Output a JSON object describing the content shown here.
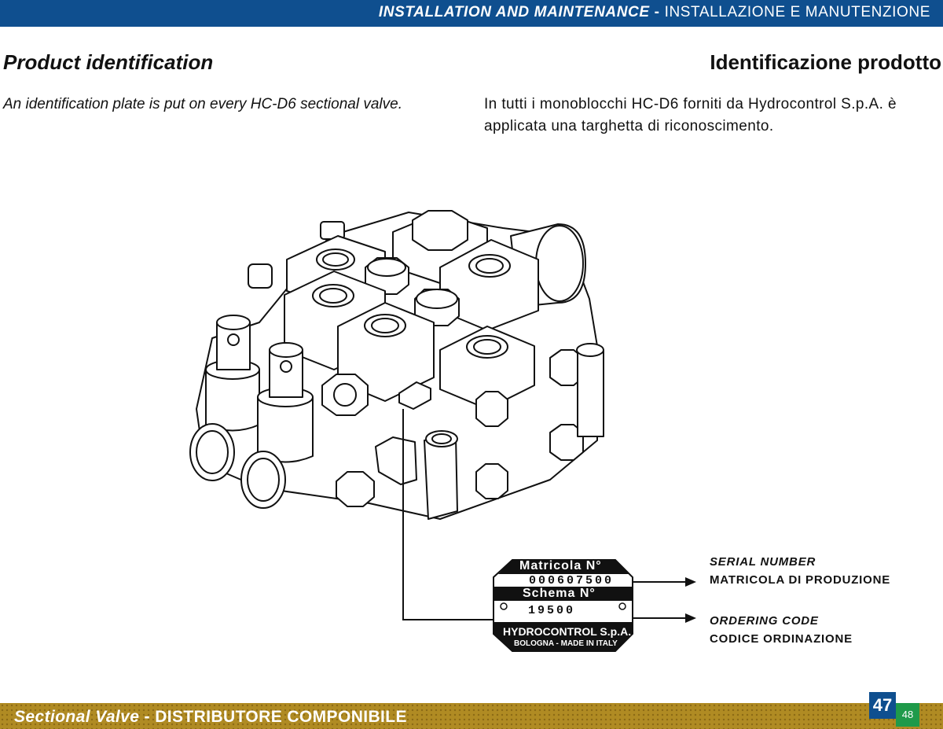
{
  "header": {
    "section_en": "INSTALLATION AND MAINTENANCE",
    "separator": "-",
    "section_it": "INSTALLAZIONE E MANUTENZIONE"
  },
  "content": {
    "title_en": "Product identification",
    "title_it": "Identificazione prodotto",
    "text_en": "An identification plate is put on every HC-D6 sectional valve.",
    "text_it": "In tutti i monoblocchi HC-D6 forniti da Hydrocontrol S.p.A. è applicata una targhetta di riconoscimento."
  },
  "plate": {
    "serial_label": "Matricola N°",
    "serial_value": "000607500",
    "schema_label": "Schema N°",
    "schema_value": "19500",
    "maker": "HYDROCONTROL S.p.A.",
    "city": "BOLOGNA - MADE IN ITALY"
  },
  "callouts": {
    "serial_en": "SERIAL NUMBER",
    "serial_it": "MATRICOLA DI PRODUZIONE",
    "code_en": "ORDERING CODE",
    "code_it": "CODICE ORDINAZIONE"
  },
  "footer": {
    "title_en": "Sectional Valve",
    "separator": "-",
    "title_it": "DISTRIBUTORE COMPONIBILE",
    "page_left": "47",
    "page_right": "48"
  },
  "colors": {
    "header_blue": "#0f4f8f",
    "footer_gold": "#b08b23",
    "page_green": "#1f9a4a"
  }
}
